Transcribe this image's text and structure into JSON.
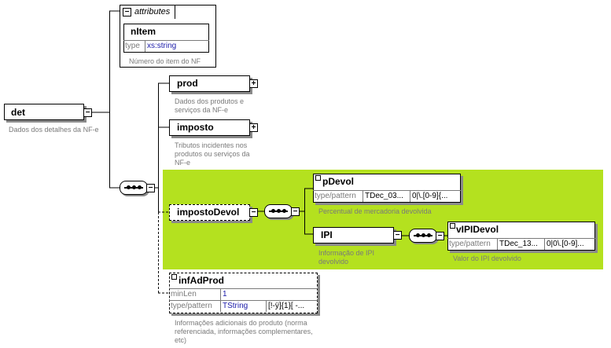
{
  "attributes": {
    "label": "attributes",
    "toggle": "−"
  },
  "nItem": {
    "name": "nItem",
    "type_key": "type",
    "type_value": "xs:string",
    "desc": "Número do item do NF"
  },
  "det": {
    "name": "det",
    "toggle": "−",
    "desc": "Dados dos detalhes da NF-e"
  },
  "prod": {
    "name": "prod",
    "toggle": "+",
    "desc_lines": [
      "Dados dos produtos e",
      "serviços da NF-e"
    ]
  },
  "imposto": {
    "name": "imposto",
    "toggle": "+",
    "desc_lines": [
      "Tributos incidentes nos",
      "produtos ou serviços da",
      "NF-e"
    ]
  },
  "impostoDevol": {
    "name": "impostoDevol",
    "toggle": "−"
  },
  "pDevol": {
    "name": "pDevol",
    "key": "type/pattern",
    "value": "TDec_03...",
    "value2": "0|\\.[0-9]{...",
    "desc": "Percentual de mercadoria devolvida"
  },
  "IPI": {
    "name": "IPI",
    "toggle": "−",
    "desc_lines": [
      "Informação de IPI",
      "devolvido"
    ]
  },
  "vIPIDevol": {
    "name": "vIPIDevol",
    "key": "type/pattern",
    "value": "TDec_13...",
    "value2": "0|0\\.[0-9]...",
    "desc": "Valor do IPI devolvido"
  },
  "infAdProd": {
    "name": "infAdProd",
    "minlen_key": "minLen",
    "minlen_value": "1",
    "key": "type/pattern",
    "value": "TString",
    "value2": "[!-ÿ]{1}[ -...",
    "desc_lines": [
      "Informações adicionais do produto (norma",
      "referenciada, informações complementares,",
      "etc)"
    ]
  },
  "colors": {
    "highlight": "#b4e11f",
    "type_link": "#1a1aa8",
    "desc_text": "#7a7a7a"
  }
}
